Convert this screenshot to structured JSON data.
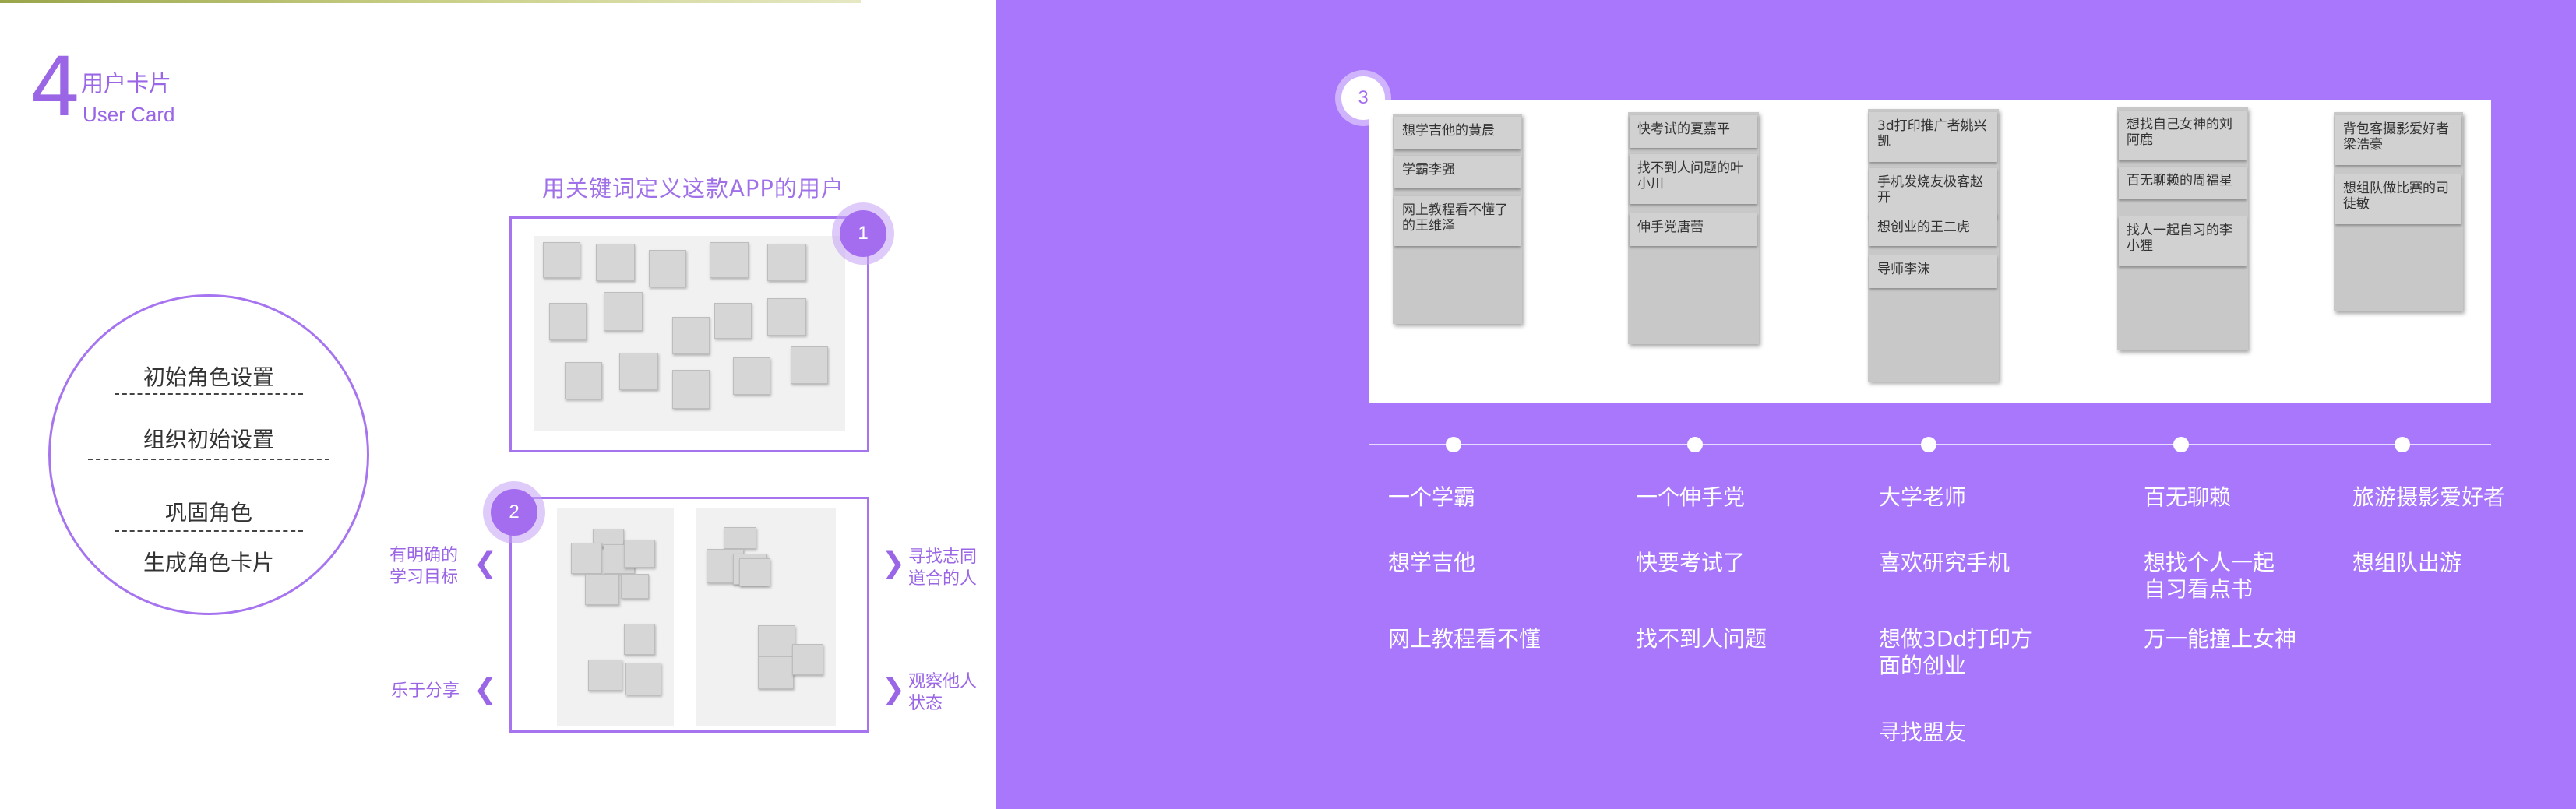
{
  "header": {
    "number": "4",
    "title_cn": "用户卡片",
    "title_en": "User Card"
  },
  "steps": [
    "初始角色设置",
    "组织初始设置",
    "巩固角色",
    "生成角色卡片"
  ],
  "section_heading": "用关键词定义这款APP的用户",
  "badges": [
    "1",
    "2",
    "3"
  ],
  "side_labels": {
    "left_top": [
      "有明确的",
      "学习目标"
    ],
    "left_bottom": "乐于分享",
    "right_top": [
      "寻找志同",
      "道合的人"
    ],
    "right_bottom": [
      "观察他人",
      "状态"
    ]
  },
  "board_columns": [
    {
      "cards": [
        "想学吉他的黄晨",
        "学霸李强",
        "网上教程看不懂了的王维泽"
      ]
    },
    {
      "cards": [
        "快考试的夏嘉平",
        "找不到人问题的叶小川",
        "伸手党唐蕾"
      ]
    },
    {
      "cards": [
        "3d打印推广者姚兴凯",
        "手机发烧友极客赵开",
        "想创业的王二虎",
        "导师李沫"
      ]
    },
    {
      "cards": [
        "想找自己女神的刘阿鹿",
        "百无聊赖的周福星",
        "找人一起自习的李小狸"
      ]
    },
    {
      "cards": [
        "背包客摄影爱好者梁浩豪",
        "想组队做比赛的司徒敏"
      ]
    }
  ],
  "keyword_columns": [
    {
      "items": [
        "一个学霸",
        "想学吉他",
        "网上教程看不懂"
      ]
    },
    {
      "items": [
        "一个伸手党",
        "快要考试了",
        "找不到人问题"
      ]
    },
    {
      "items": [
        "大学老师",
        "喜欢研究手机",
        "想做3Dd打印方面的创业",
        "寻找盟友"
      ]
    },
    {
      "items": [
        "百无聊赖",
        "想找个人一起自习看点书",
        "万一能撞上女神"
      ]
    },
    {
      "items": [
        "旅游摄影爱好者",
        "想组队出游"
      ]
    }
  ],
  "colors": {
    "accent": "#a46df0",
    "background_right": "#a877fb"
  }
}
